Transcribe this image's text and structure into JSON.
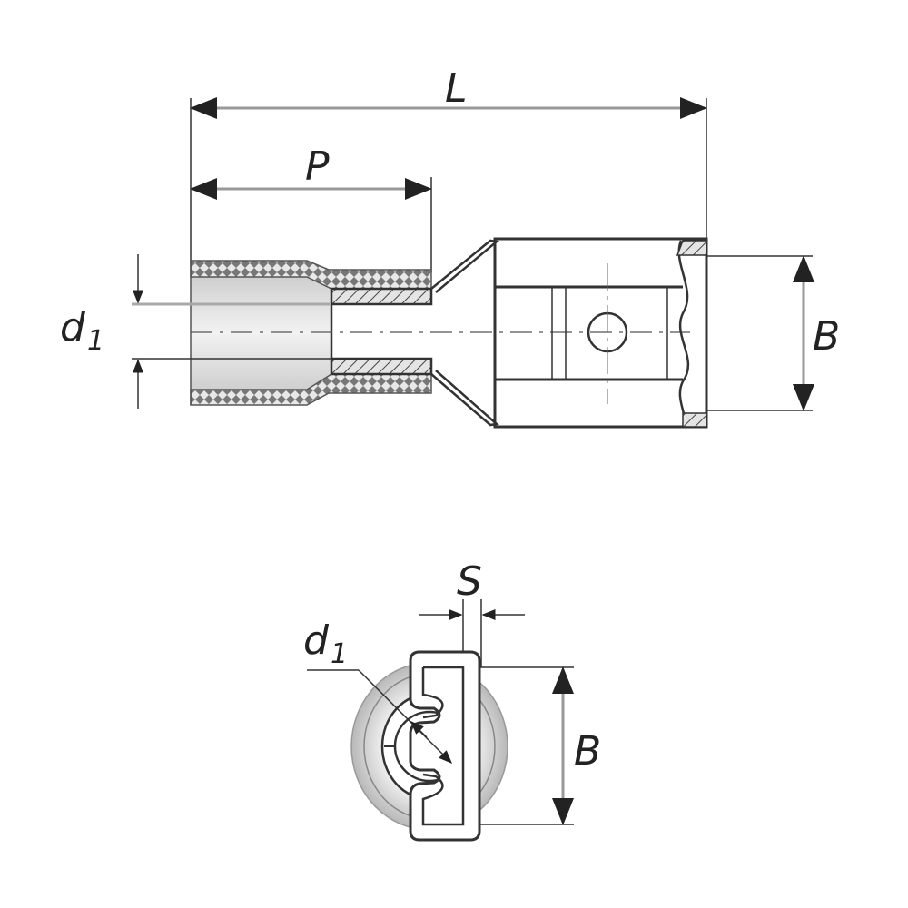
{
  "side_view": {
    "length_label": "L",
    "sleeve_length_label": "P",
    "diameter_label": "d",
    "diameter_subscript": "1",
    "width_label": "B"
  },
  "end_view": {
    "thickness_label": "S",
    "diameter_label": "d",
    "diameter_subscript": "1",
    "width_label": "B"
  },
  "colors": {
    "line": "#333333",
    "fill_gray": "#d4d4d4",
    "hatch": "#555555"
  }
}
